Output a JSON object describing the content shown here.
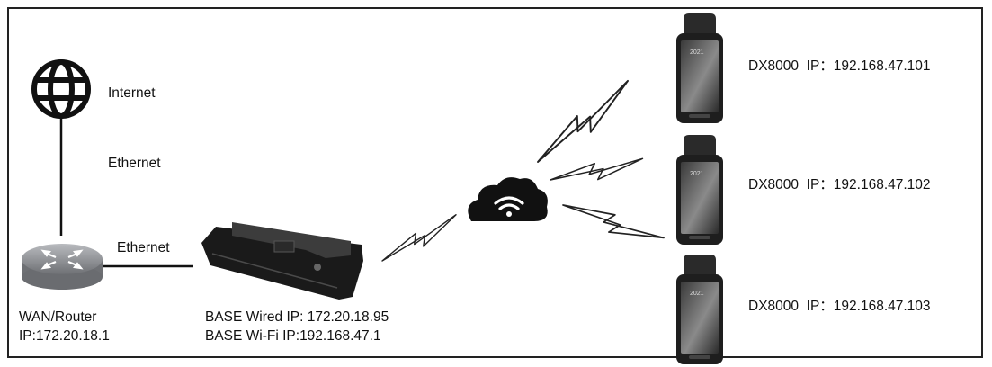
{
  "labels": {
    "internet": "Internet",
    "ethernet_top": "Ethernet",
    "ethernet_bottom": "Ethernet",
    "router_line1": "WAN/Router",
    "router_line2": "IP:172.20.18.1",
    "base_line1": "BASE Wired IP: 172.20.18.95",
    "base_line2": "BASE Wi-Fi IP:192.168.47.1"
  },
  "devices": [
    {
      "model": "DX8000",
      "ip_label": "IP：",
      "ip": "192.168.47.101",
      "screen_text": "2021"
    },
    {
      "model": "DX8000",
      "ip_label": "IP：",
      "ip": "192.168.47.102",
      "screen_text": "2021"
    },
    {
      "model": "DX8000",
      "ip_label": "IP：",
      "ip": "192.168.47.103",
      "screen_text": "2021"
    }
  ],
  "icons": {
    "globe": "globe-icon",
    "router": "router-icon",
    "base": "base-station-icon",
    "cloud": "wifi-cloud-icon",
    "terminal": "pos-terminal-icon",
    "signal": "lightning-signal-icon"
  },
  "colors": {
    "line": "#111111",
    "device": "#1e1e1e",
    "router": "#8d8f93"
  }
}
